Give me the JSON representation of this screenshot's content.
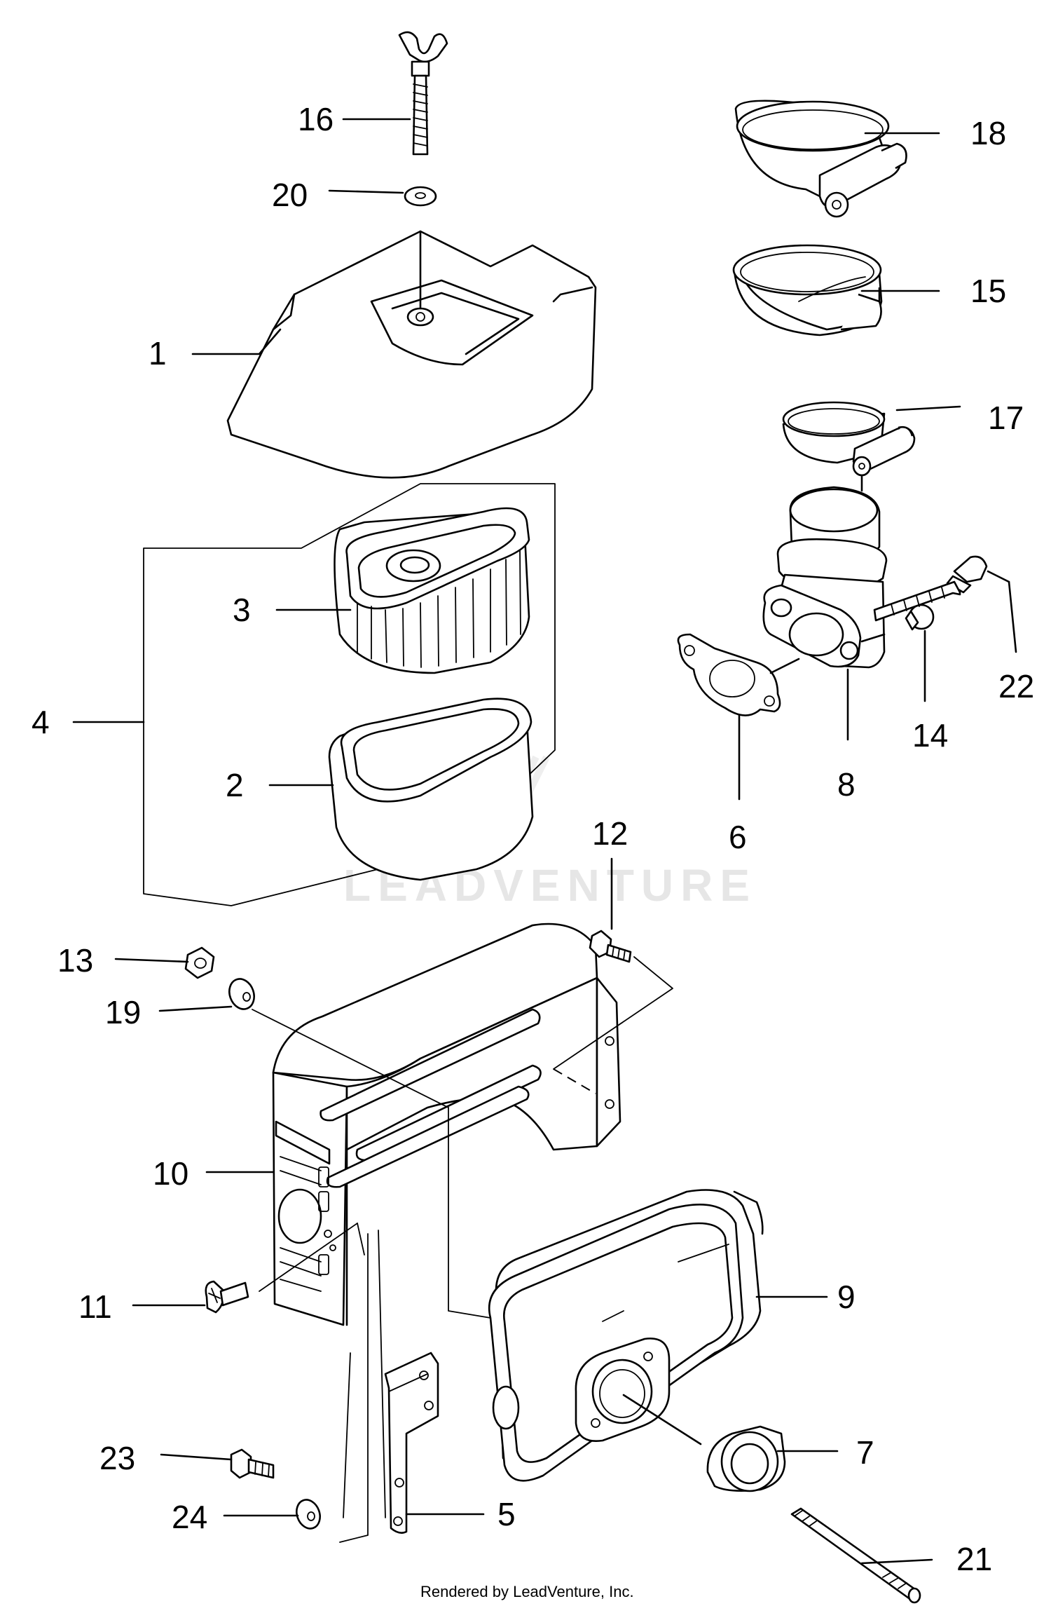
{
  "watermark": "LEADVENTURE",
  "credit": "Rendered by LeadVenture, Inc.",
  "callouts": {
    "c1": "1",
    "c2": "2",
    "c3": "3",
    "c4": "4",
    "c5": "5",
    "c6": "6",
    "c7": "7",
    "c8": "8",
    "c9": "9",
    "c10": "10",
    "c11": "11",
    "c12": "12",
    "c13": "13",
    "c14": "14",
    "c15": "15",
    "c16": "16",
    "c17": "17",
    "c18": "18",
    "c19": "19",
    "c20": "20",
    "c21": "21",
    "c22": "22",
    "c23": "23",
    "c24": "24"
  }
}
